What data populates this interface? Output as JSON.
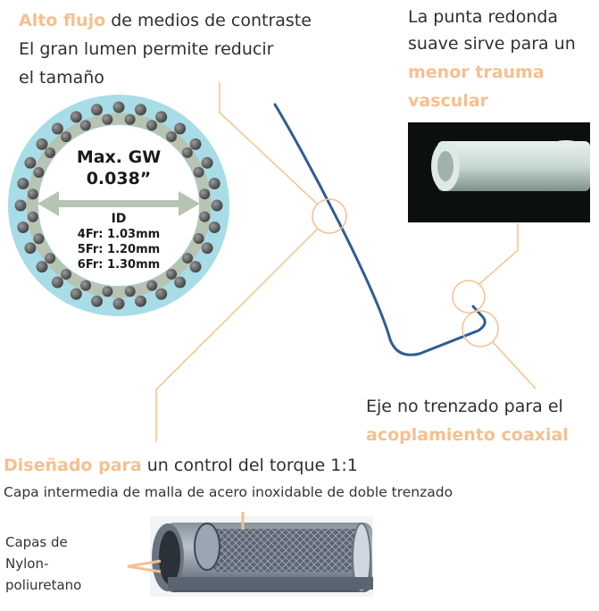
{
  "top_left": {
    "highlight": "Alto flujo",
    "rest": " de medios de contraste",
    "line2": "El gran lumen permite reducir",
    "line3": "el tamaño"
  },
  "cross_section": {
    "gw_title": "Max. GW",
    "gw_value": "0.038”",
    "id_label": "ID",
    "sizes": [
      "4Fr: 1.03mm",
      "5Fr: 1.20mm",
      "6Fr: 1.30mm"
    ]
  },
  "top_right": {
    "line1": "La punta redonda",
    "line2": "suave sirve para un",
    "highlight1": "menor trauma",
    "highlight2": "vascular"
  },
  "middle_right": {
    "line1": "Eje no trenzado para el",
    "highlight": "acoplamiento coaxial"
  },
  "bottom": {
    "highlight": "Diseñado para",
    "rest": " un control del torque 1:1",
    "subtitle": "Capa intermedia de malla de acero inoxidable de doble trenzado",
    "layers_line1": "Capas de",
    "layers_line2": "Nylon-",
    "layers_line3": "poliuretano"
  },
  "colors": {
    "accent_orange": "#f5c08f",
    "outer_ring": "#a8dde8",
    "inner_ring": "#b7c4b3",
    "catheter_blue": "#2e5d93"
  }
}
